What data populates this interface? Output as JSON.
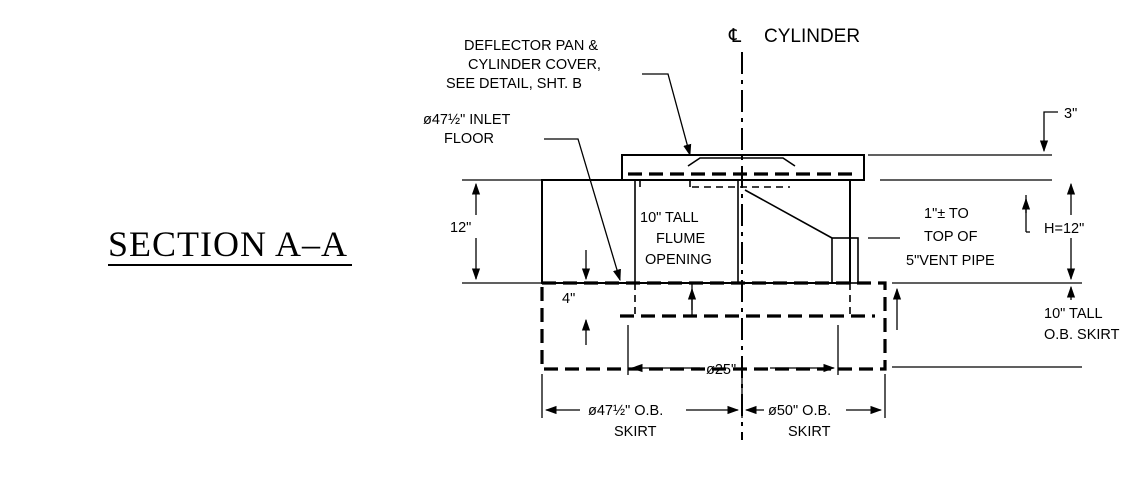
{
  "title": "SECTION A–A",
  "labels": {
    "centerline_symbol": "℄",
    "centerline": "CYLINDER",
    "deflector_line1": "DEFLECTOR PAN &",
    "deflector_line2": "CYLINDER COVER,",
    "deflector_line3": "SEE DETAIL, SHT. B",
    "inlet_line1": "ø47½\" INLET",
    "inlet_line2": "FLOOR",
    "dim_3": "3\"",
    "dim_12_left": "12\"",
    "dim_h12": "H=12\"",
    "flume_line1": "10\" TALL",
    "flume_line2": "FLUME",
    "flume_line3": "OPENING",
    "vent_line1": "1\"± TO",
    "vent_line2": "TOP OF",
    "vent_line3": "5\"VENT PIPE",
    "dim_4": "4\"",
    "dim_25": "ø25\"",
    "skirt_right_line1": "10\" TALL",
    "skirt_right_line2": "O.B. SKIRT",
    "skirt_left_line1": "ø47½\" O.B.",
    "skirt_left_line2": "SKIRT",
    "skirt_50_line1": "ø50\" O.B.",
    "skirt_50_line2": "SKIRT"
  }
}
